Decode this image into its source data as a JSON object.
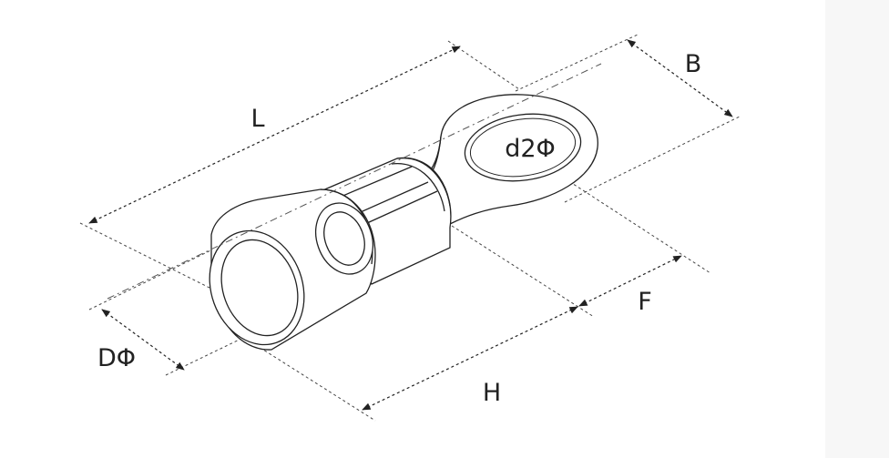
{
  "diagram": {
    "labels": {
      "L": "L",
      "B": "B",
      "d2": "d2Φ",
      "F": "F",
      "H": "H",
      "D": "DΦ"
    },
    "colors": {
      "stroke": "#222222",
      "dim": "#333333",
      "background": "#ffffff"
    }
  }
}
